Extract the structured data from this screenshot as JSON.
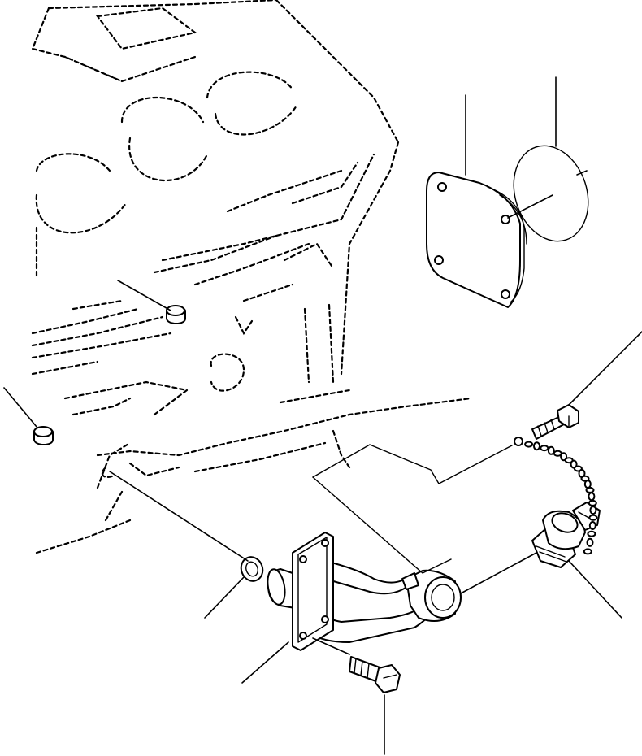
{
  "diagram": {
    "background": "#ffffff",
    "line_color": "#000000",
    "parts": [
      "engine-block",
      "plug-upper",
      "plug-lower",
      "cover-plate",
      "cover-gasket",
      "o-ring",
      "water-outlet-pipe",
      "pipe-flange",
      "flange-bolt",
      "bracket-bolt",
      "drain-cock",
      "retaining-chain"
    ]
  }
}
